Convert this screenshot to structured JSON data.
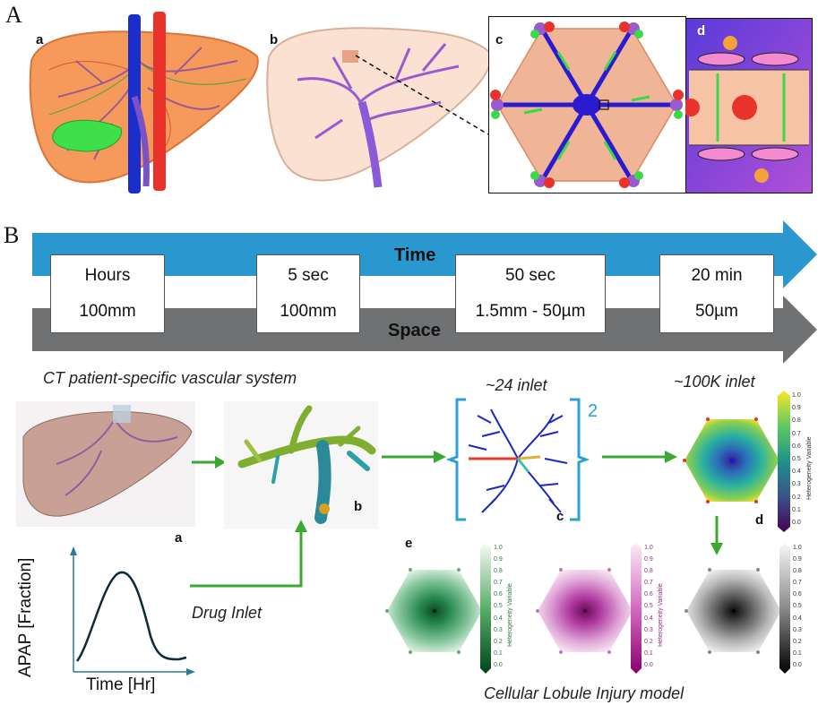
{
  "section_a": {
    "letter": "A",
    "panels": [
      "a",
      "b",
      "c",
      "d"
    ]
  },
  "section_b": {
    "letter": "B",
    "time_label": "Time",
    "space_label": "Space",
    "scales": [
      {
        "time": "Hours",
        "space": "100mm"
      },
      {
        "time": "5 sec",
        "space": "100mm"
      },
      {
        "time": "50 sec",
        "space": "1.5mm - 50µm"
      },
      {
        "time": "20 min",
        "space": "50µm"
      }
    ],
    "ct_title": "CT patient-specific vascular system",
    "inlet_24": "~24 inlet",
    "inlet_100k": "~100K inlet",
    "bracket_number": "2",
    "panel_labels": {
      "a": "a",
      "b": "b",
      "c": "c",
      "d": "d",
      "e": "e"
    },
    "plot": {
      "ylabel": "APAP [Fraction]",
      "xlabel": "Time [Hr]"
    },
    "drug_inlet": "Drug Inlet",
    "bottom_caption": "Cellular Lobule  Injury model",
    "colorbar": {
      "ticks": [
        "1.0",
        "0.9",
        "0.8",
        "0.7",
        "0.6",
        "0.5",
        "0.4",
        "0.3",
        "0.2",
        "0.1",
        "0.0"
      ],
      "label": "Heterogeneity Variable"
    }
  },
  "colors": {
    "time_arrow": "#2a98cf",
    "space_arrow": "#6f7173",
    "flow_arrow": "#3aa832",
    "bracket": "#2aa0d6"
  }
}
